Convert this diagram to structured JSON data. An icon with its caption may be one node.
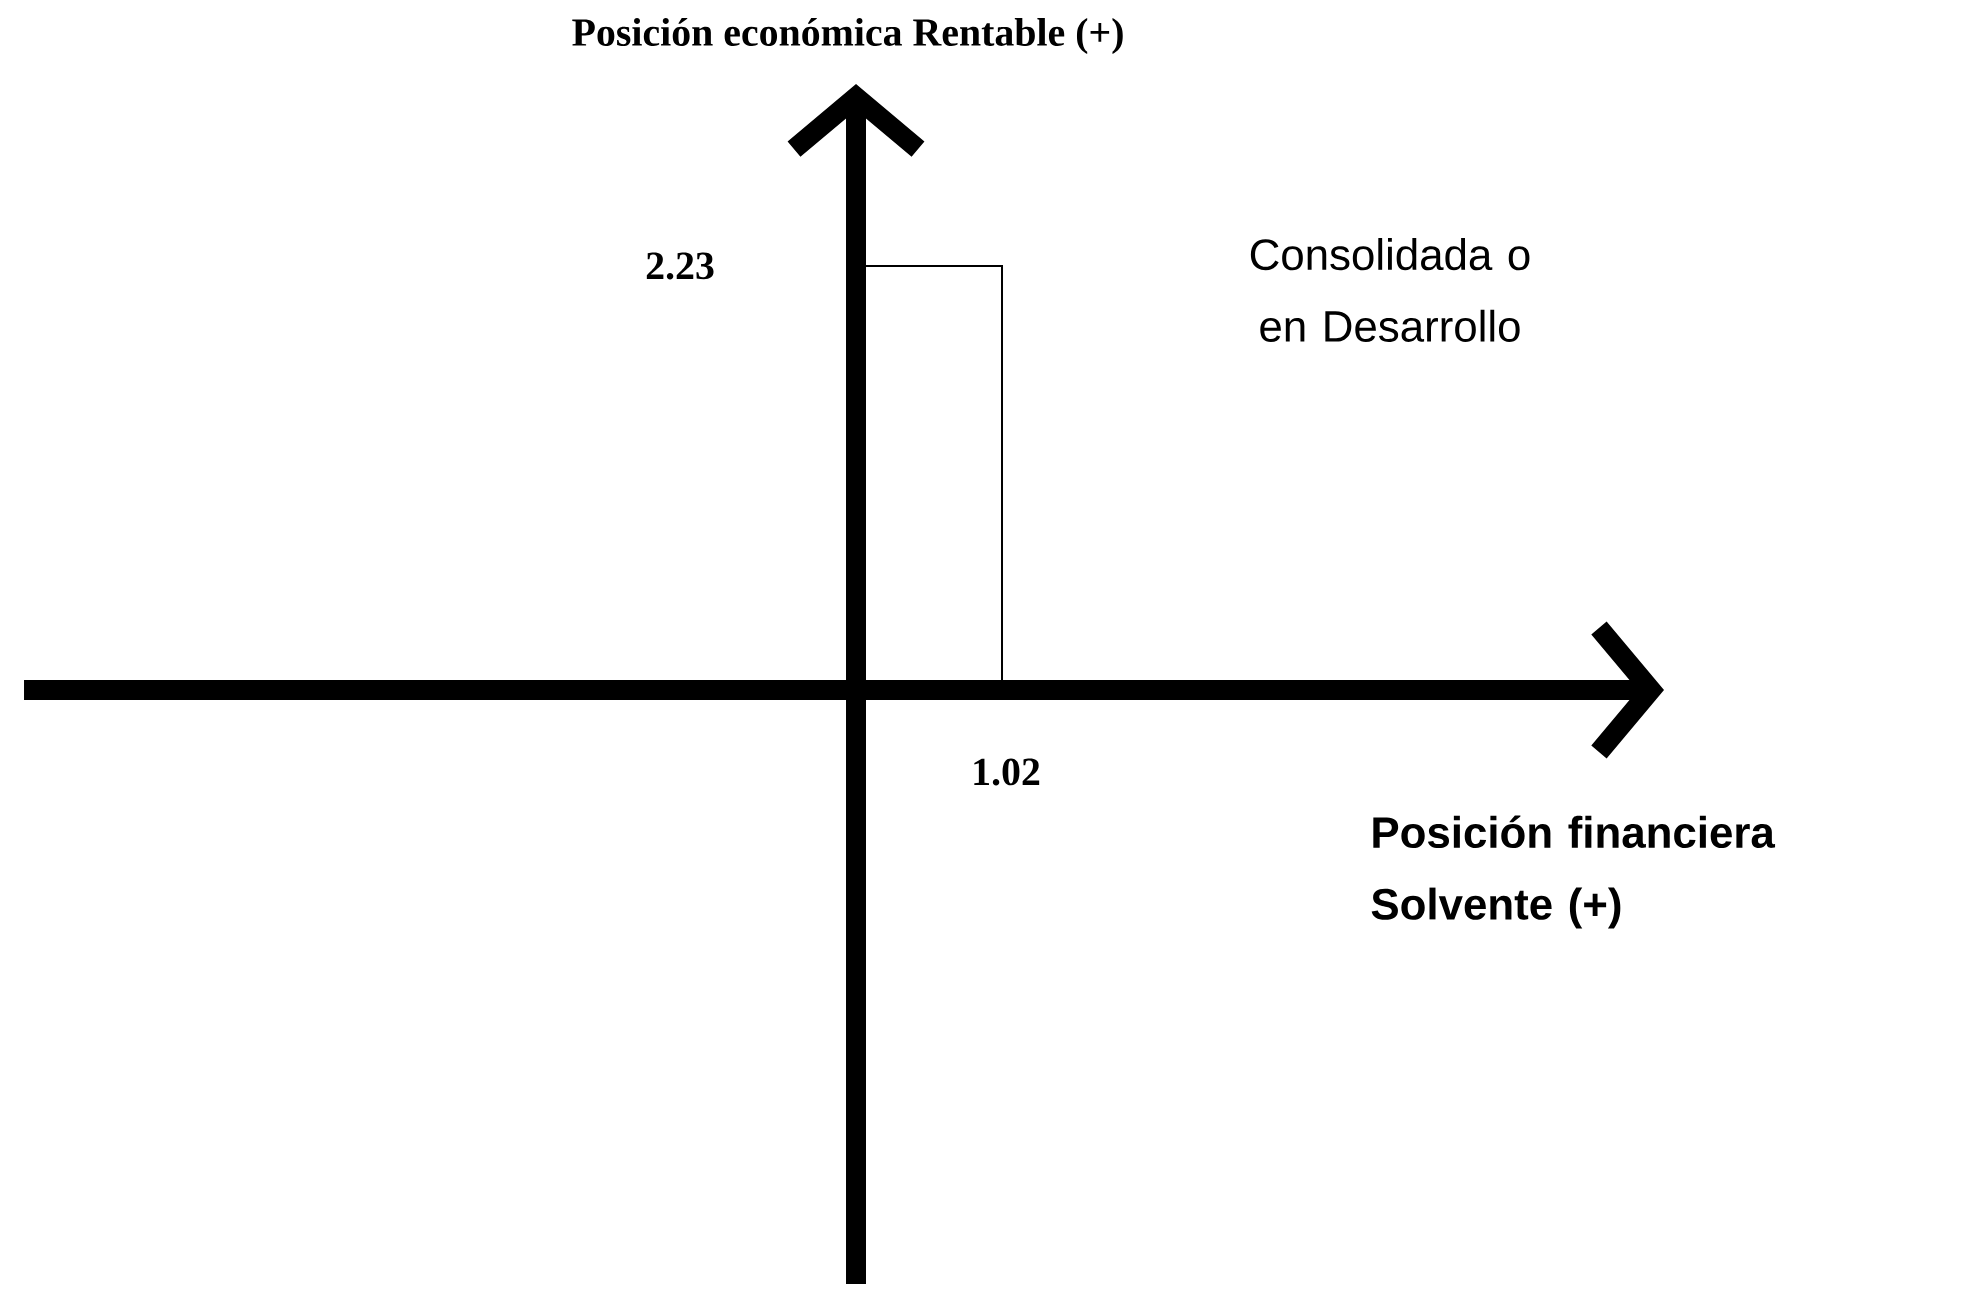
{
  "diagram": {
    "labels": [
      "Posición económica Rentable (+)",
      "2.23",
      "Consolidada o en Desarrollo",
      "1.02",
      "Posición financiera Solvente (+)"
    ]
  }
}
